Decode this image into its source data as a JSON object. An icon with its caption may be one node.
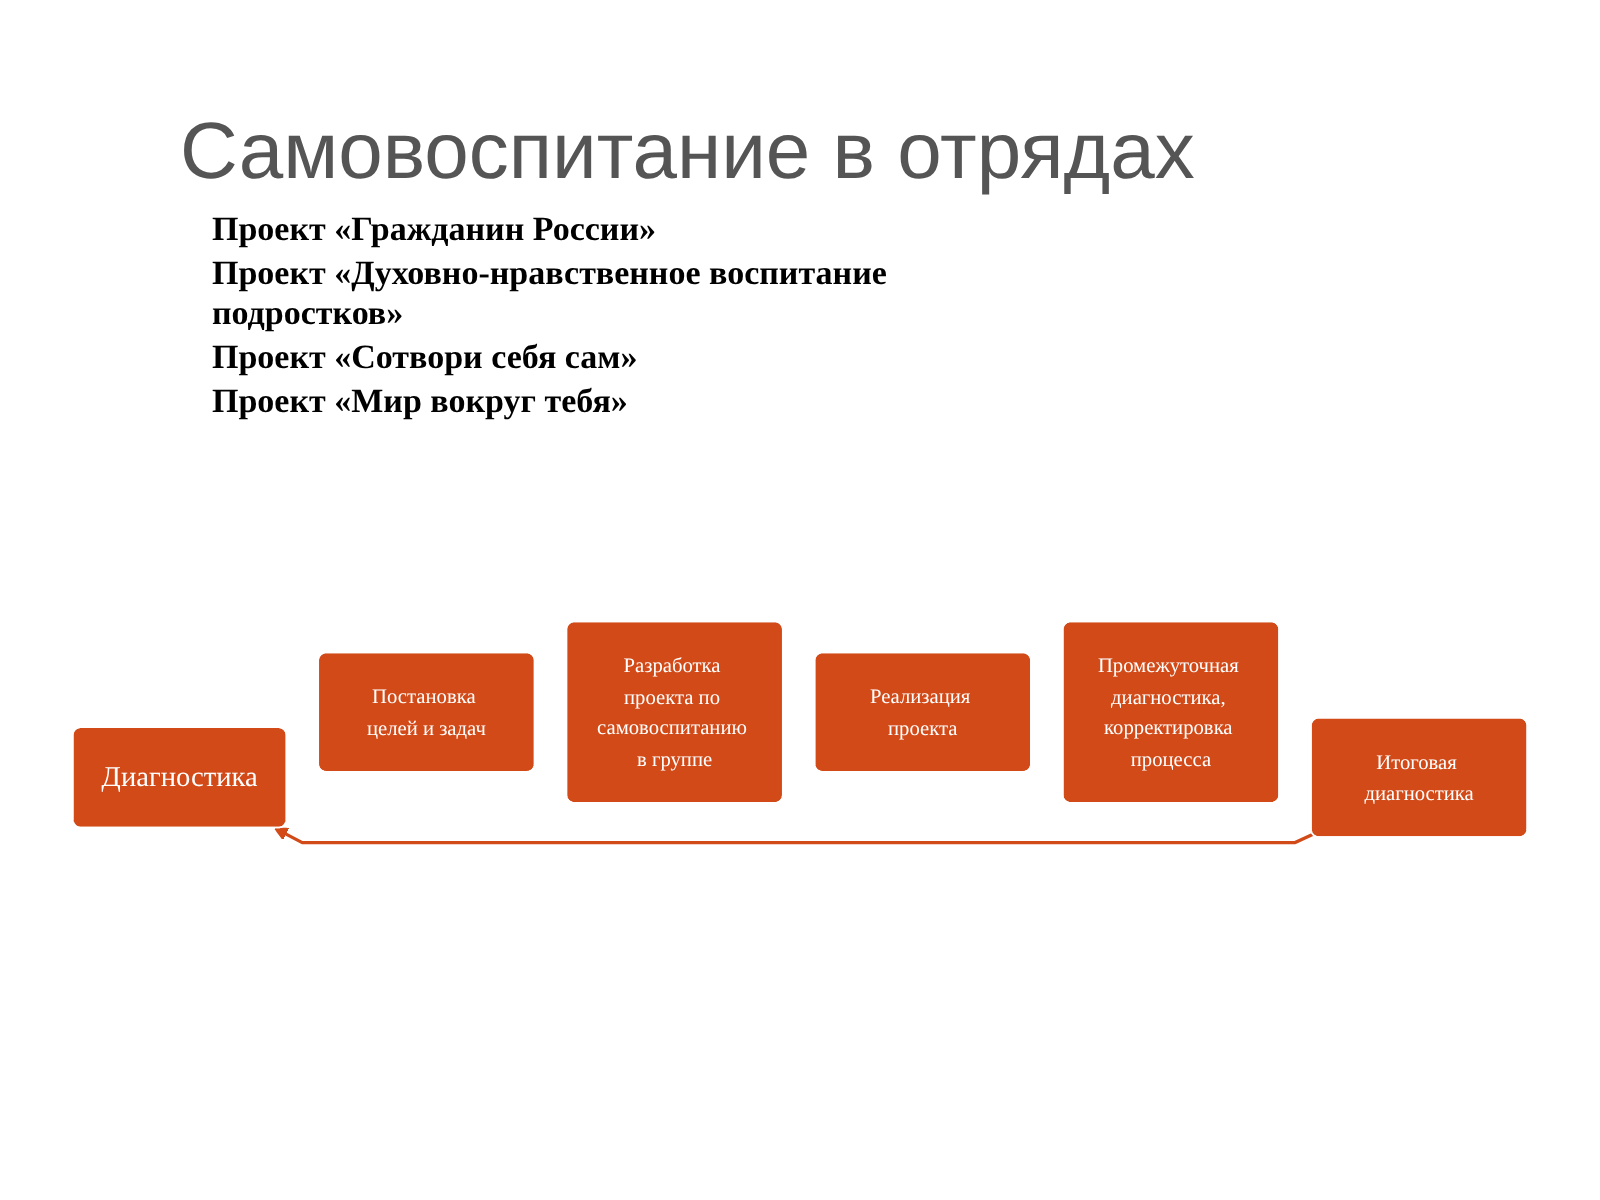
{
  "diagram": {
    "title": "Самовоспитание в отрядах",
    "nodes": [
      {
        "text": [
          "Диагностика"
        ]
      },
      {
        "text": [
          "Постановка целей и задач"
        ]
      },
      {
        "text": [
          "Разработка проекта по самовоспитанию в группе"
        ]
      },
      {
        "text": [
          "Реализация проекта"
        ]
      },
      {
        "text": [
          "Промежуточная диагностика, корректировка процесса"
        ]
      },
      {
        "text": [
          "Итоговая диагностика"
        ]
      }
    ],
    "edges": [
      {
        "from": 5,
        "to": 0,
        "arrow": "to"
      }
    ],
    "labels": [
      "Проект «Гражданин России»",
      "Проект «Духовно-нравственное воспитание подростков»",
      "Проект «Сотвори себя сам»",
      "Проект «Мир вокруг тебя»"
    ]
  }
}
